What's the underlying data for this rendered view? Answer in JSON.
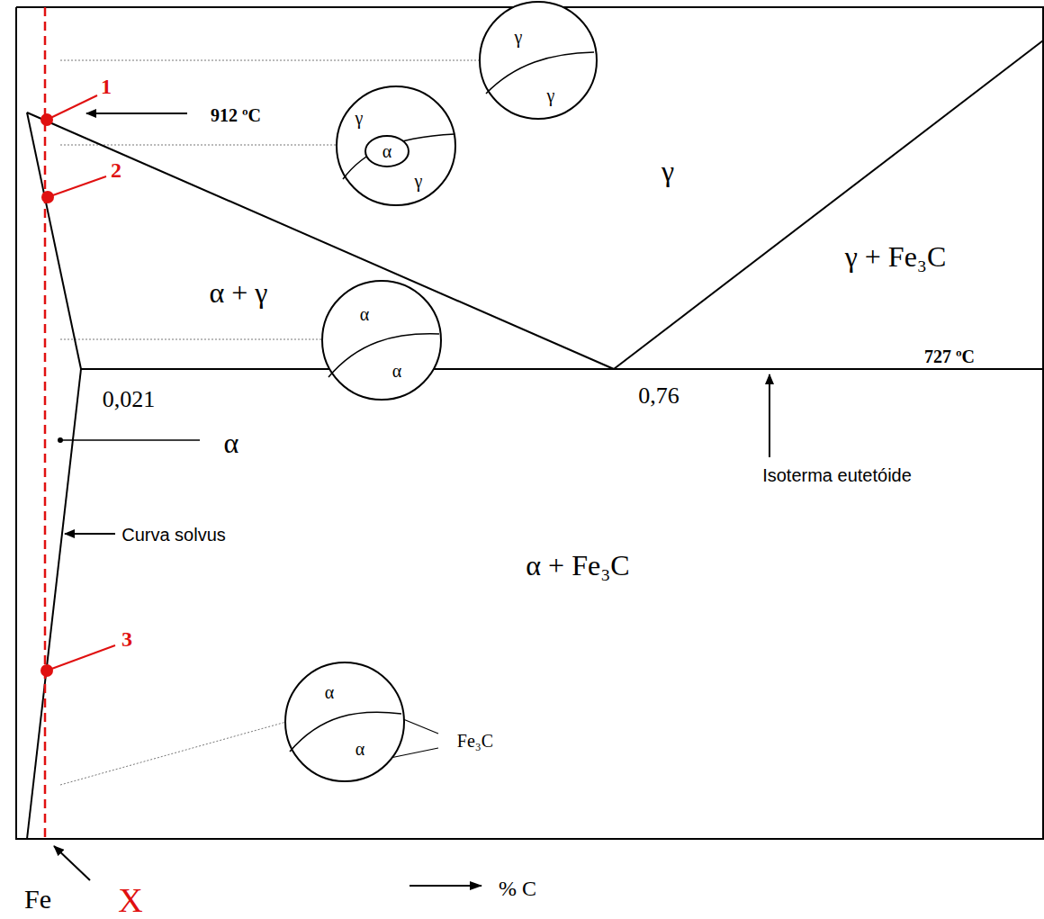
{
  "diagram": {
    "nodes": [
      {
        "text": [
          "γ",
          "γ"
        ]
      },
      {
        "text": [
          "γ",
          "γ"
        ]
      },
      {
        "text": [
          "α"
        ],
        "in": 1
      },
      {
        "text": [
          "α",
          "α"
        ]
      },
      {
        "text": [
          "α",
          "α"
        ]
      }
    ],
    "labels": [
      "1",
      "912 ºC",
      "2",
      "γ",
      "α + γ",
      "γ + Fe₃C",
      "727 ºC",
      "0,021",
      "0,76",
      "α",
      "Isoterma eutetóide",
      "Curva solvus",
      "α + Fe₃C",
      "3",
      "Fe₃C",
      "Fe",
      "X",
      "% C"
    ]
  }
}
